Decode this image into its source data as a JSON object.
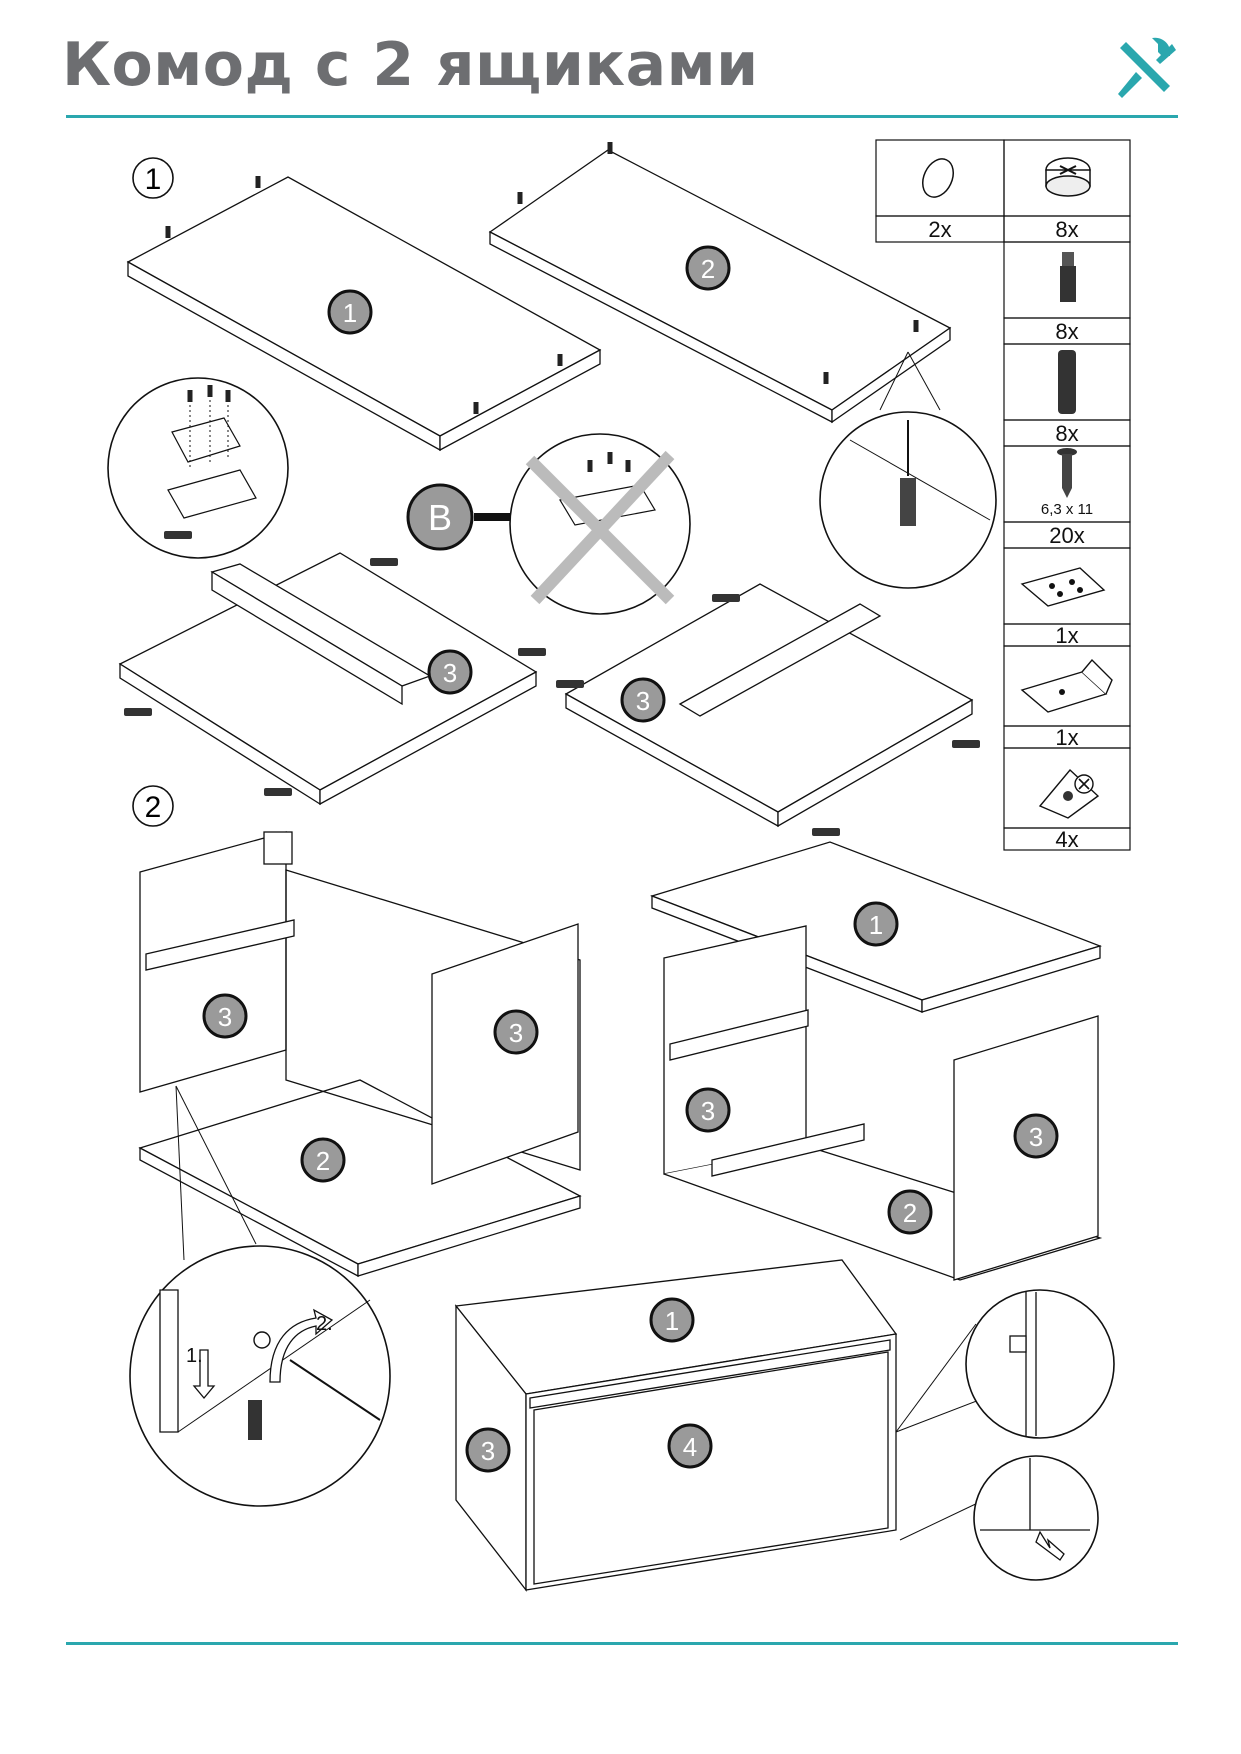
{
  "header": {
    "title": "Комод с 2 ящиками",
    "icon": "tools-icon",
    "accent_color": "#2aa7ae"
  },
  "steps": [
    {
      "label": "1"
    },
    {
      "label": "2"
    }
  ],
  "callout_letter": "B",
  "panel_labels": {
    "top": "1",
    "bottom": "2",
    "side": "3",
    "front": "4"
  },
  "hardware_table": [
    {
      "icon": "cap-icon",
      "qty": "2x"
    },
    {
      "icon": "cam-lock-icon",
      "qty": "8x"
    },
    {
      "icon": "cam-bolt-icon",
      "qty": "8x"
    },
    {
      "icon": "dowel-icon",
      "qty": "8x"
    },
    {
      "icon": "screw-icon",
      "qty": "20x",
      "size": "6,3 x 11"
    },
    {
      "icon": "bracket-plate-icon",
      "qty": "1x"
    },
    {
      "icon": "bracket-hook-icon",
      "qty": "1x"
    },
    {
      "icon": "corner-connector-icon",
      "qty": "4x"
    }
  ],
  "detail_arrows": {
    "down": "1.",
    "turn": "2."
  }
}
